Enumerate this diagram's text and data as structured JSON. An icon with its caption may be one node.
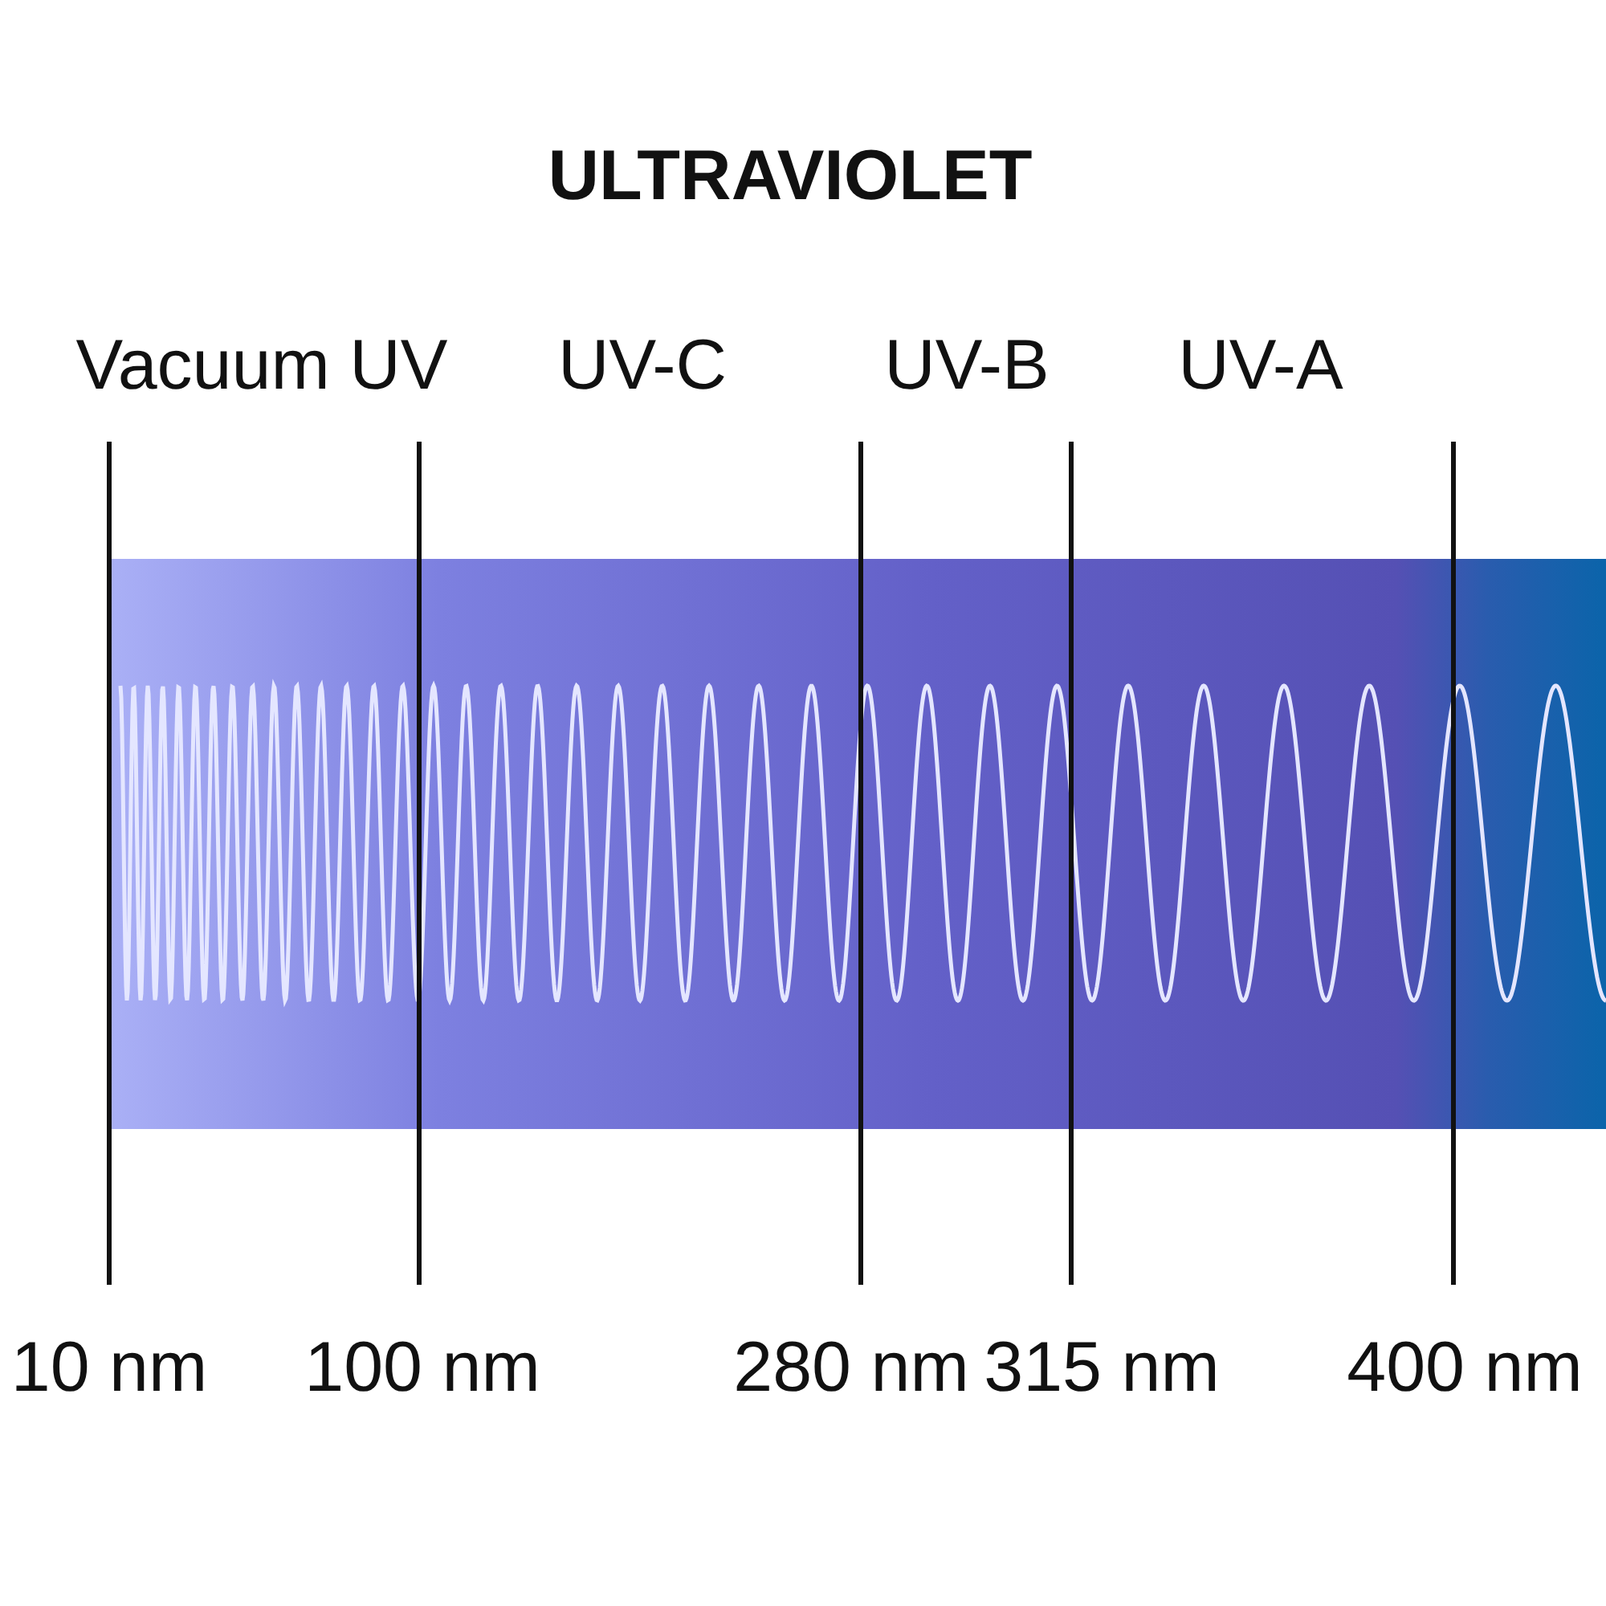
{
  "diagram": {
    "title": "ULTRAVIOLET",
    "labels": [
      "Vacuum UV",
      "UV-C",
      "UV-B",
      "UV-A",
      "10 nm",
      "100 nm",
      "280 nm",
      "315 nm",
      "400 nm"
    ]
  }
}
